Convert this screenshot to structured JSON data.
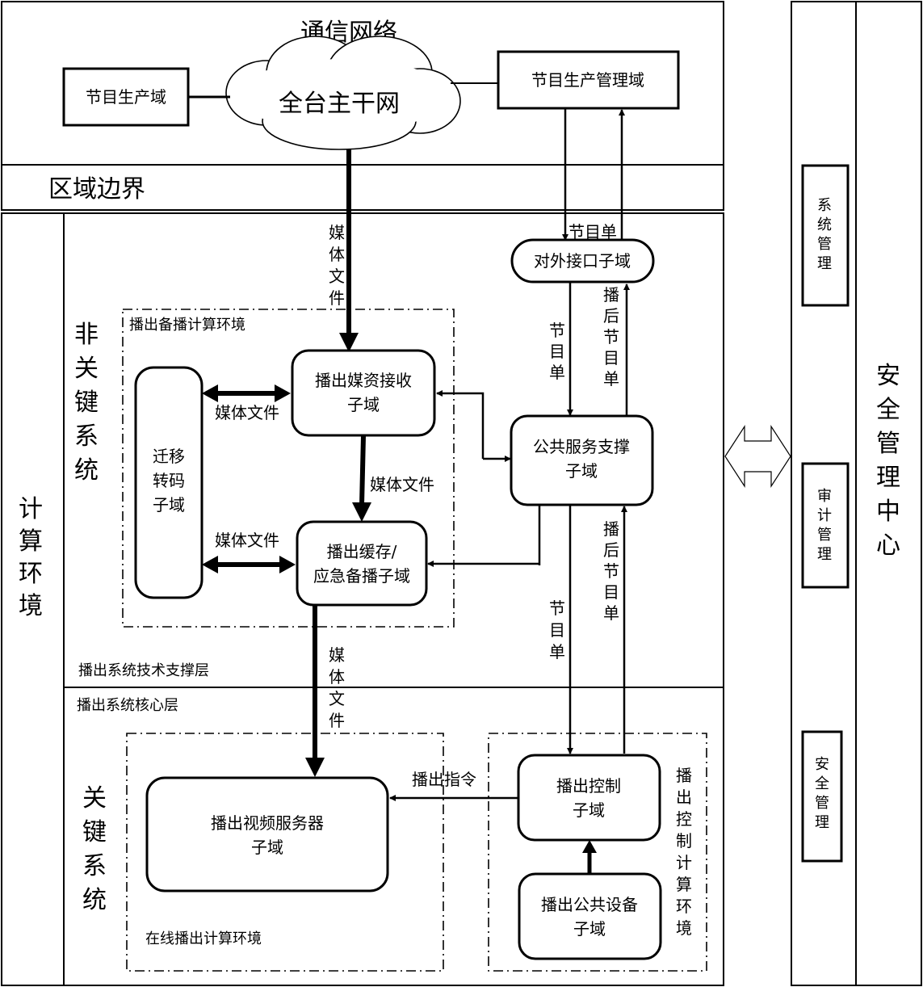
{
  "network": {
    "title": "通信网络",
    "cloud_label": "全台主干网",
    "prod_domain": "节目生产域",
    "prod_mgmt_domain": "节目生产管理域"
  },
  "boundary": "区域边界",
  "compute_env": [
    "计",
    "算",
    "环",
    "境"
  ],
  "noncritical": [
    "非",
    "关",
    "键",
    "系",
    "统"
  ],
  "critical": [
    "关",
    "键",
    "系",
    "统"
  ],
  "backup_env": "播出备播计算环境",
  "online_env": "在线播出计算环境",
  "control_env": [
    "播",
    "出",
    "控",
    "制",
    "计",
    "算",
    "环",
    "境"
  ],
  "layers": {
    "support": "播出系统技术支撑层",
    "core": "播出系统核心层"
  },
  "nodes": {
    "external_if": "对外接口子域",
    "media_recv": [
      "播出媒资接收",
      "子域"
    ],
    "migrate": [
      "迁移",
      "转码",
      "子域"
    ],
    "cache": [
      "播出缓存/",
      "应急备播子域"
    ],
    "public_service": [
      "公共服务支撑",
      "子域"
    ],
    "video_server": [
      "播出视频服务器",
      "子域"
    ],
    "control": [
      "播出控制",
      "子域"
    ],
    "public_equip": [
      "播出公共设备",
      "子域"
    ]
  },
  "edges": {
    "media_file_v": [
      "媒",
      "体",
      "文",
      "件"
    ],
    "media_file_h": "媒体文件",
    "program_list": "节目单",
    "program_list_v": [
      "节",
      "目",
      "单"
    ],
    "post_program_list_v": [
      "播",
      "后",
      "节",
      "目",
      "单"
    ],
    "command": "播出指令"
  },
  "security_center": {
    "title": [
      "安",
      "全",
      "管",
      "理",
      "中",
      "心"
    ],
    "system_mgmt": [
      "系",
      "统",
      "管",
      "理"
    ],
    "audit_mgmt": [
      "审",
      "计",
      "管",
      "理"
    ],
    "security_mgmt": [
      "安",
      "全",
      "管",
      "理"
    ]
  }
}
